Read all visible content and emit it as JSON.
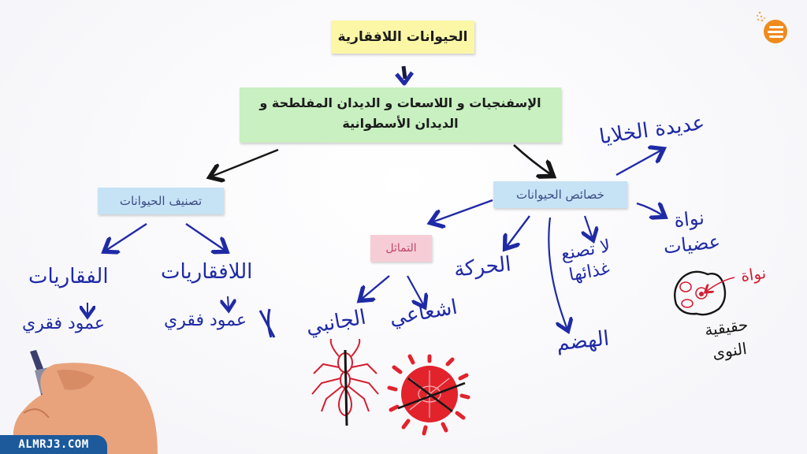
{
  "diagram": {
    "root": {
      "label": "الحيوانات اللافقارية"
    },
    "groups": {
      "label_line1": "الإسفنجيات و اللاسعات و الديدان المفلطحة و",
      "label_line2": "الديدان الأسطوانية"
    },
    "classification": {
      "label": "تصنيف الحيوانات",
      "children": [
        {
          "label": "الفقاريات",
          "detail": "عمود فقري"
        },
        {
          "label": "اللافقاريات",
          "detail": "عمود فقري",
          "detail_mark": "X"
        }
      ]
    },
    "characteristics": {
      "label": "خصائص الحيوانات",
      "items": [
        {
          "label": "عديدة الخلايا"
        },
        {
          "label_line1": "نواة",
          "label_line2": "عضيات"
        },
        {
          "label_line1": "لا تصنع",
          "label_line2": "غذائها"
        },
        {
          "label": "الهضم"
        },
        {
          "label": "الحركة"
        },
        {
          "label": "التماثل"
        }
      ]
    },
    "symmetry": {
      "label": "التماثل",
      "children": [
        {
          "label": "الجانبي",
          "illustration": "ant-bilateral"
        },
        {
          "label": "اشعاعي",
          "illustration": "sea-anemone-radial"
        }
      ]
    },
    "cell": {
      "nucleus_label": "نواة",
      "caption_line1": "حقيقية",
      "caption_line2": "النوى"
    }
  },
  "branding": {
    "watermark": "ALMRJ3.COM",
    "logo": "almrj3-logo-icon"
  },
  "colors": {
    "ink_blue": "#1f2aa6",
    "ink_red": "#d41e30",
    "ink_black": "#161616",
    "note_yellow": "#fbf7a6",
    "note_green": "#c8f0c0",
    "note_blue": "#c6e2f5",
    "note_pink": "#f6cdd6",
    "brand_orange": "#f08a1c",
    "watermark_blue": "#1c5a9c"
  }
}
